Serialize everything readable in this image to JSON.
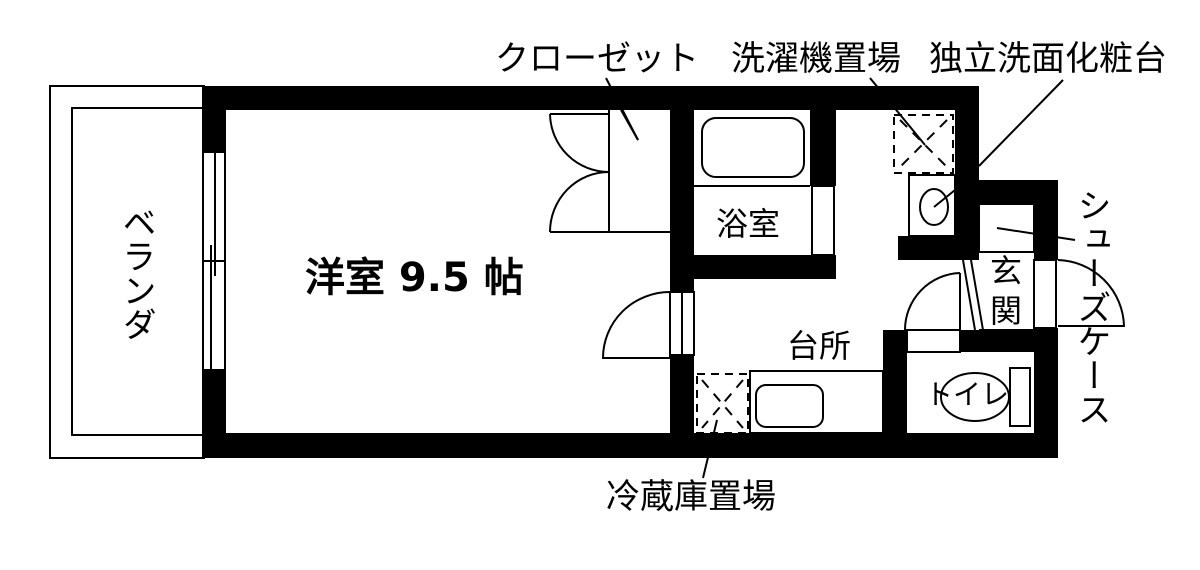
{
  "floor_plan": {
    "rooms": {
      "western_room": "洋室 9.5 帖",
      "bathroom": "浴室",
      "kitchen": "台所",
      "entrance_top": "玄",
      "entrance_bottom": "関",
      "toilet": "トイレ",
      "veranda": "ベランダ"
    },
    "callouts": {
      "closet": "クローゼット",
      "washer_space": "洗濯機置場",
      "vanity": "独立洗面化粧台",
      "shoe_case": "シューズケース",
      "fridge_space": "冷蔵庫置場"
    },
    "colors": {
      "wall": "#000000",
      "background": "#ffffff"
    }
  }
}
